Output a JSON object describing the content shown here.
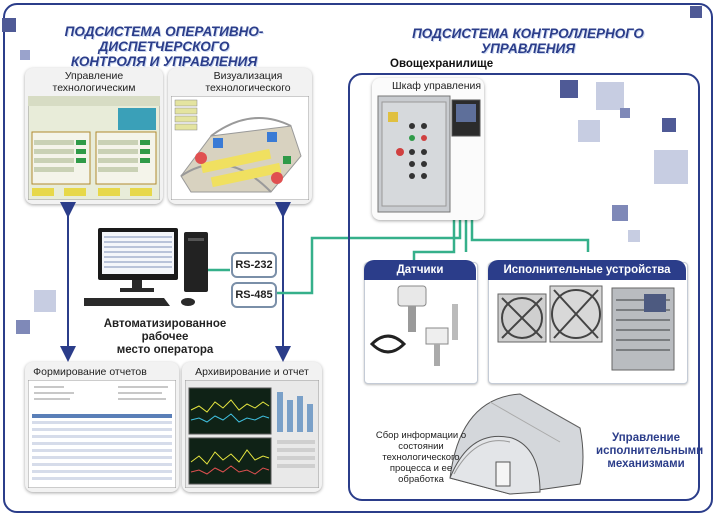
{
  "left_title": {
    "line1": "ПОДСИСТЕМА ОПЕРАТИВНО-ДИСПЕТЧЕРСКОГО",
    "line2": "КОНТРОЛЯ И УПРАВЛЕНИЯ"
  },
  "right_title": "ПОДСИСТЕМА КОНТРОЛЛЕРНОГО УПРАВЛЕНИЯ",
  "panels": {
    "process_control": {
      "line1": "Управление",
      "line2": "технологическим процессом"
    },
    "visualization": {
      "line1": "Визуализация",
      "line2": "технологического процесса"
    },
    "reports": "Формирование отчетов",
    "archive": "Архивирование и отчет тревог"
  },
  "interfaces": {
    "rs232": "RS-232",
    "rs485": "RS-485"
  },
  "workstation": {
    "line1": "Автоматизированное рабочее",
    "line2": "место оператора"
  },
  "storage_label": "Овощехранилище",
  "cabinet_label": "Шкаф управления",
  "sections": {
    "sensors": "Датчики",
    "actuators": "Исполнительные устройства"
  },
  "collect_caption": {
    "line1": "Сбор информации о",
    "line2": "состоянии технологического",
    "line3": "процесса и ее обработка"
  },
  "mechanisms_caption": {
    "line1": "Управление",
    "line2": "исполнительными",
    "line3": "механизмами"
  },
  "colors": {
    "brand": "#2b3d8a",
    "accent_square": "#7f89b8",
    "light_square": "#c7cde2",
    "cable": "#35b08a"
  }
}
